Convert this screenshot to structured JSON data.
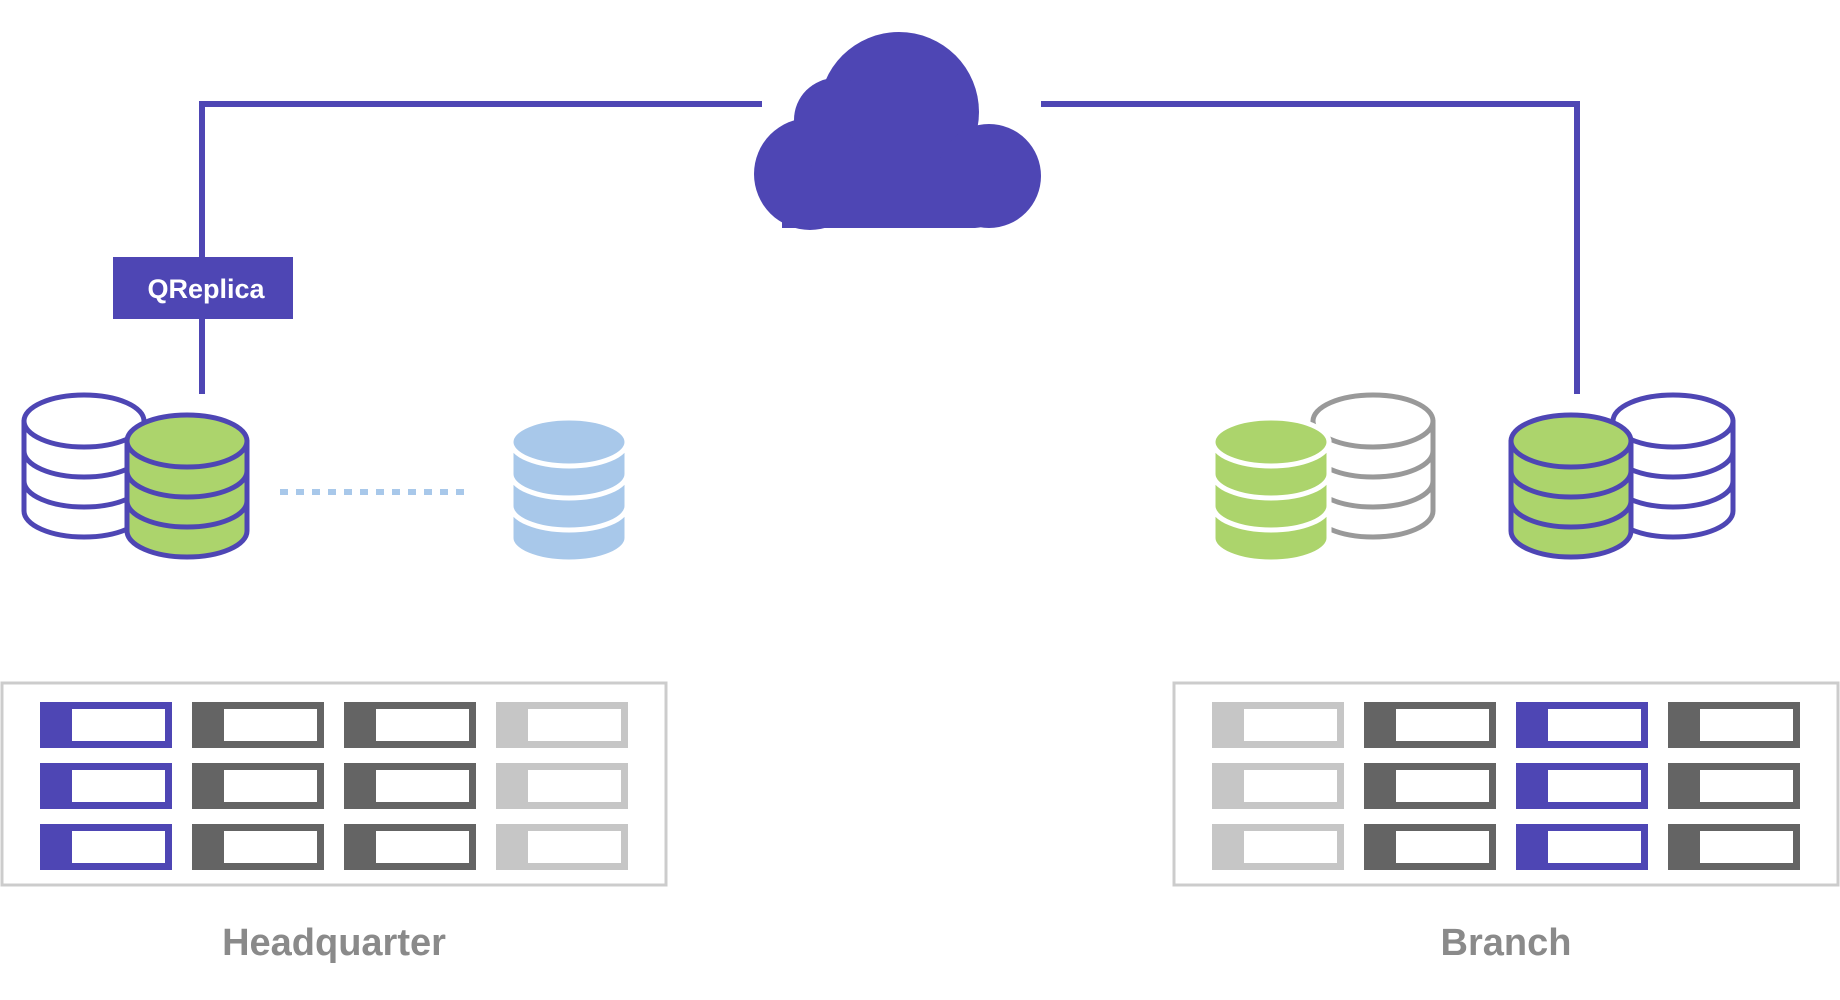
{
  "diagram": {
    "tag_label": "QReplica",
    "sites": [
      {
        "label": "Headquarter"
      },
      {
        "label": "Branch"
      }
    ]
  },
  "colors": {
    "accent": "#4e46b4",
    "green": "#acd46c",
    "light_blue": "#a8c8ea",
    "dark_gray": "#646464",
    "light_gray": "#c6c6c6",
    "outline_gray": "#999999",
    "label_gray": "#8a8a8a"
  },
  "icons": [
    "cloud-icon",
    "database-icon",
    "storage-array-icon"
  ]
}
